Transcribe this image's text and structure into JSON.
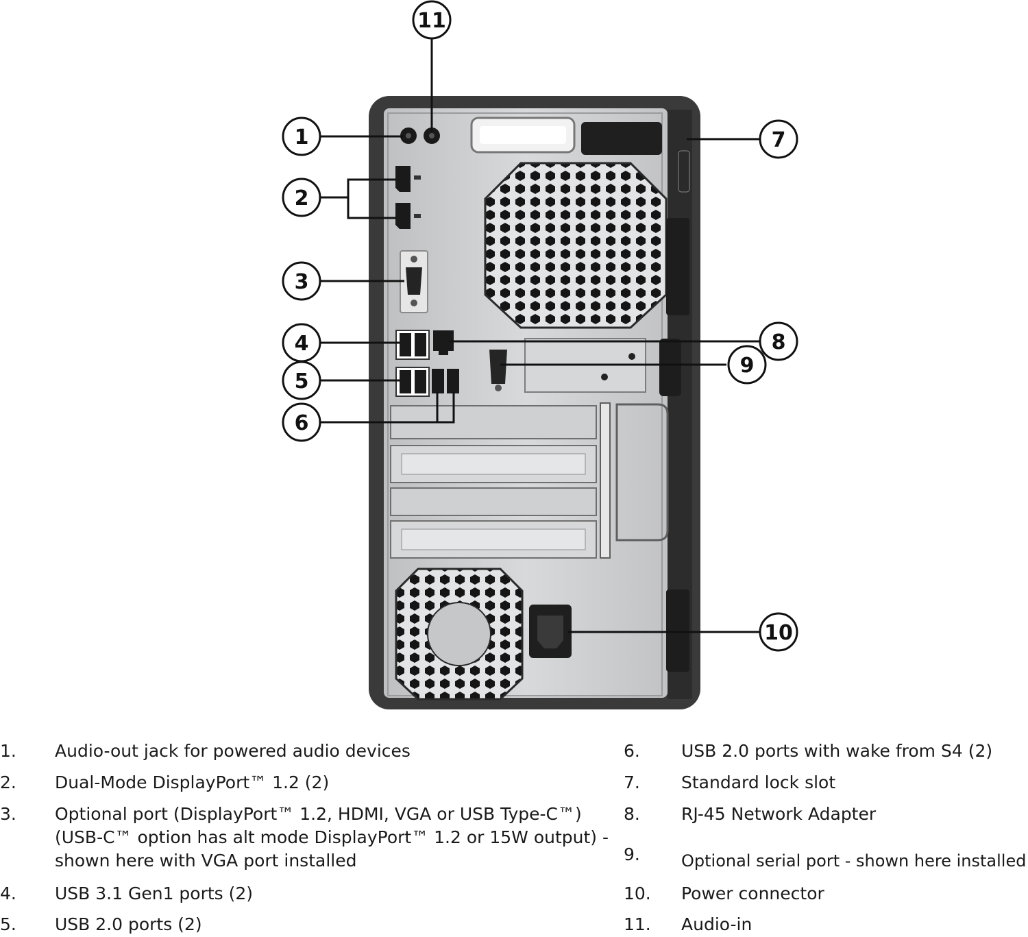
{
  "callouts": [
    "1",
    "2",
    "3",
    "4",
    "5",
    "6",
    "7",
    "8",
    "9",
    "10",
    "11"
  ],
  "legend": {
    "left": [
      {
        "num": "1.",
        "text": "Audio-out jack for powered audio devices"
      },
      {
        "num": "2.",
        "text": "Dual-Mode DisplayPort™ 1.2 (2)"
      },
      {
        "num": "3.",
        "text": "Optional port (DisplayPort™ 1.2, HDMI, VGA or USB Type-C™) (USB-C™ option has alt mode DisplayPort™ 1.2 or 15W output) - shown here with VGA port installed"
      },
      {
        "num": "4.",
        "text": "USB 3.1 Gen1 ports (2)"
      },
      {
        "num": "5.",
        "text": "USB 2.0 ports (2)"
      }
    ],
    "right": [
      {
        "num": "6.",
        "text": "USB 2.0 ports with wake from S4 (2)"
      },
      {
        "num": "7.",
        "text": "Standard lock slot"
      },
      {
        "num": "8.",
        "text": "RJ-45 Network Adapter"
      },
      {
        "num": "9.",
        "text": "Optional serial port - shown here installed"
      },
      {
        "num": "10.",
        "text": "Power connector"
      },
      {
        "num": "11.",
        "text": "Audio-in"
      }
    ]
  },
  "colors": {
    "chassis_frame": "#3a3a3a",
    "chassis_panel": "#c9cacc",
    "port_dark": "#1e1e1e",
    "callout_stroke": "#111111"
  }
}
